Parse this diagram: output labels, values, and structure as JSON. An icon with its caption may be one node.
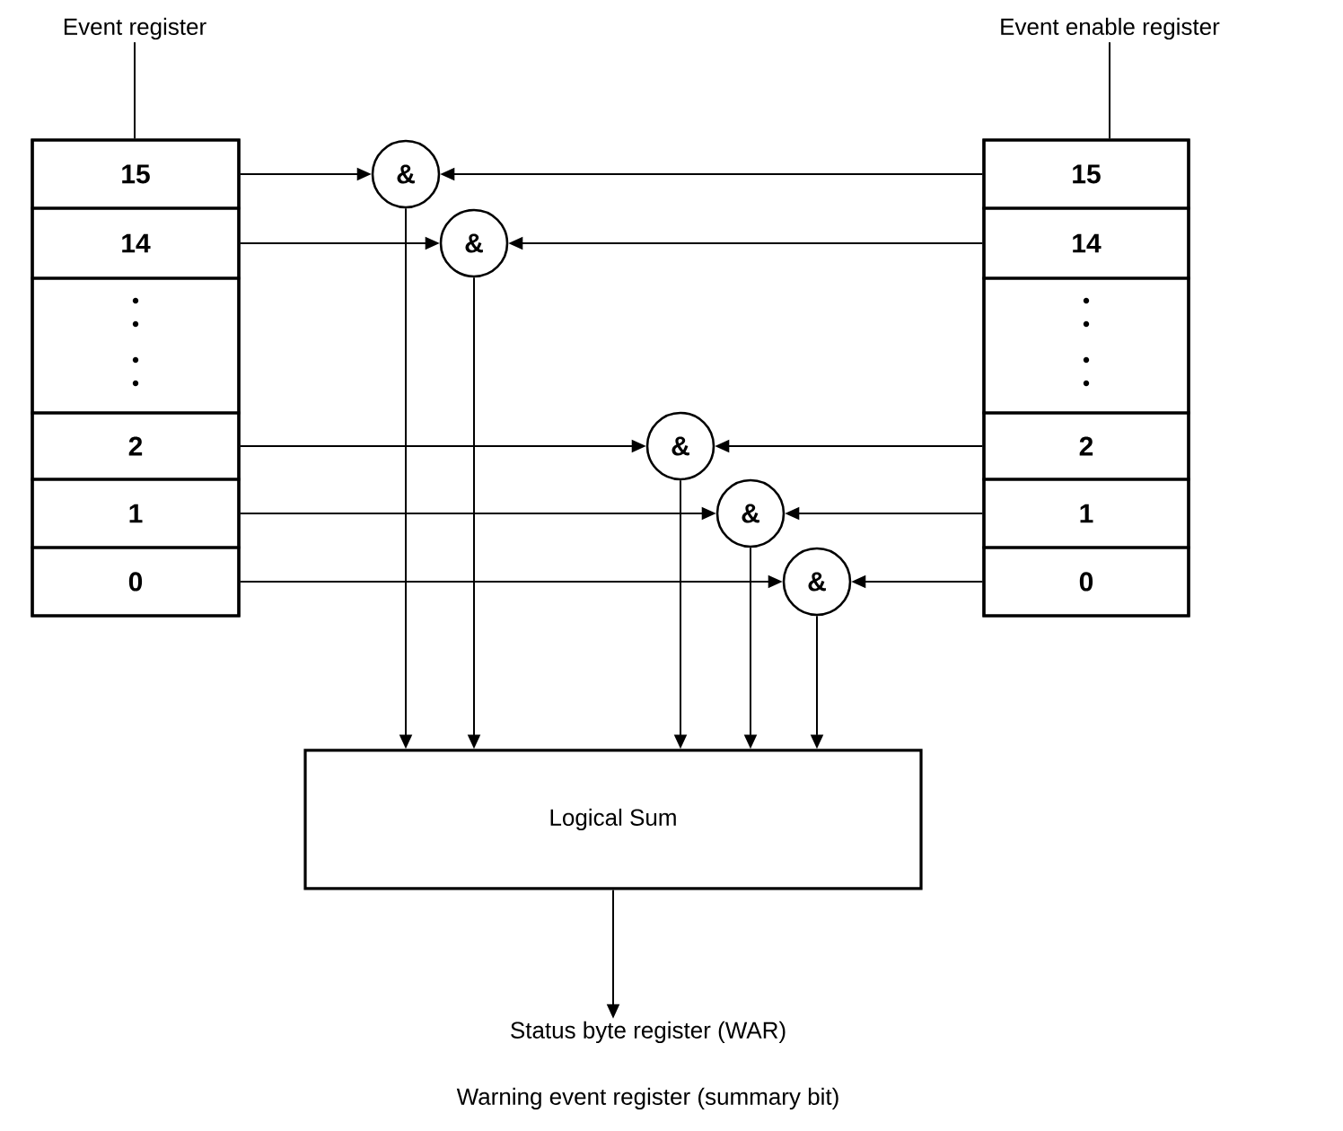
{
  "diagram": {
    "nodes": [
      {
        "text": [
          "Event register"
        ]
      },
      {
        "text": [],
        "shape": "box"
      },
      {
        "text": [
          "15"
        ],
        "in": 1
      },
      {
        "text": [
          "14"
        ],
        "in": 1
      },
      {
        "text": [],
        "shape": "box",
        "in": 1
      },
      {
        "text": [
          "2"
        ],
        "in": 1
      },
      {
        "text": [
          "1"
        ],
        "in": 1
      },
      {
        "text": [
          "0"
        ],
        "in": 1
      },
      {
        "text": [
          "Event enable register"
        ]
      },
      {
        "text": [],
        "shape": "box"
      },
      {
        "text": [
          "15"
        ],
        "in": 9
      },
      {
        "text": [
          "14"
        ],
        "in": 9
      },
      {
        "text": [],
        "shape": "box",
        "in": 9
      },
      {
        "text": [
          "2"
        ],
        "in": 9
      },
      {
        "text": [
          "1"
        ],
        "in": 9
      },
      {
        "text": [
          "0"
        ],
        "in": 9
      },
      {
        "text": [
          "&"
        ]
      },
      {
        "text": [
          "&"
        ]
      },
      {
        "text": [
          "&"
        ]
      },
      {
        "text": [
          "&"
        ]
      },
      {
        "text": [
          "&"
        ]
      },
      {
        "text": [
          "Logical Sum"
        ]
      },
      {
        "text": [
          "Status byte register (WAR)"
        ]
      }
    ],
    "edges": [
      {
        "from": 0,
        "to": 1,
        "arrow": "none"
      },
      {
        "from": 8,
        "to": 9,
        "arrow": "none"
      },
      {
        "from": 2,
        "to": 16,
        "arrow": "to"
      },
      {
        "from": 10,
        "to": 16,
        "arrow": "to"
      },
      {
        "from": 3,
        "to": 17,
        "arrow": "to"
      },
      {
        "from": 11,
        "to": 17,
        "arrow": "to"
      },
      {
        "from": 5,
        "to": 18,
        "arrow": "to"
      },
      {
        "from": 13,
        "to": 18,
        "arrow": "to"
      },
      {
        "from": 6,
        "to": 19,
        "arrow": "to"
      },
      {
        "from": 14,
        "to": 19,
        "arrow": "to"
      },
      {
        "from": 7,
        "to": 20,
        "arrow": "to"
      },
      {
        "from": 15,
        "to": 20,
        "arrow": "to"
      },
      {
        "from": 16,
        "to": 21,
        "arrow": "to"
      },
      {
        "from": 17,
        "to": 21,
        "arrow": "to"
      },
      {
        "from": 18,
        "to": 21,
        "arrow": "to"
      },
      {
        "from": 19,
        "to": 21,
        "arrow": "to"
      },
      {
        "from": 20,
        "to": 21,
        "arrow": "to"
      },
      {
        "from": 21,
        "to": 22,
        "arrow": "to"
      }
    ],
    "labels": [
      "Warning event register (summary bit)"
    ]
  }
}
